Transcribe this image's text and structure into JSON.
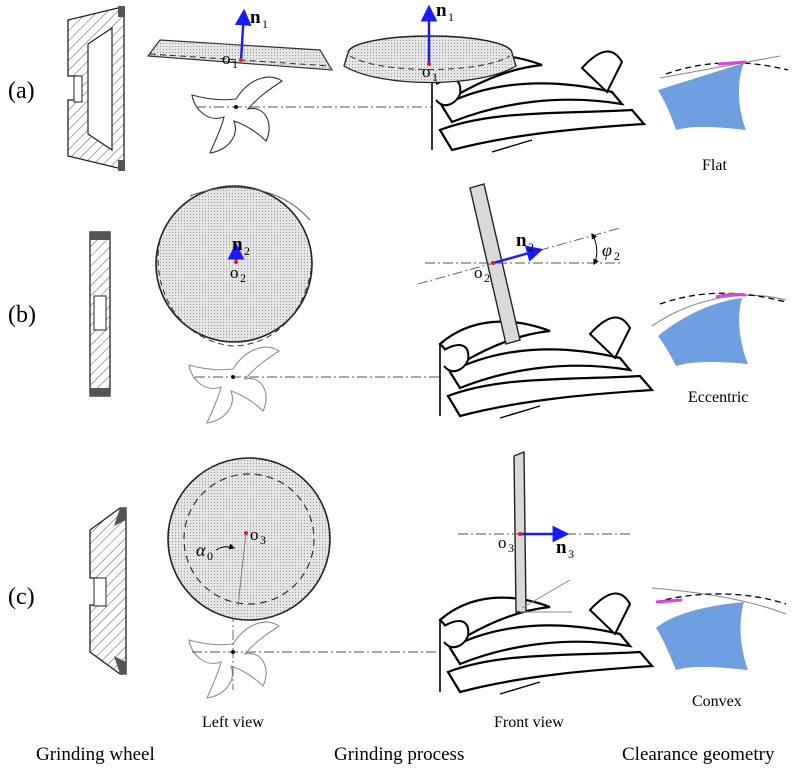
{
  "rows": [
    {
      "label": "(a)",
      "caption": "Flat"
    },
    {
      "label": "(b)",
      "caption": "Eccentric"
    },
    {
      "label": "(c)",
      "caption": "Convex"
    }
  ],
  "view_labels": {
    "left": "Left view",
    "front": "Front view"
  },
  "column_labels": {
    "wheel": "Grinding wheel",
    "process": "Grinding process",
    "clearance": "Clearance geometry"
  },
  "symbols": {
    "n": "n",
    "o": "o",
    "sub1": "1",
    "sub2": "2",
    "sub3": "3",
    "sub0": "0",
    "phi": "φ",
    "alpha": "α"
  },
  "colors": {
    "vector": "#1a1aff",
    "wheel_fill": "#d9d9d9",
    "tooth_fill": "#6e9fe0",
    "edge_highlight": "#e040e0",
    "center_dot": "#e02020"
  }
}
